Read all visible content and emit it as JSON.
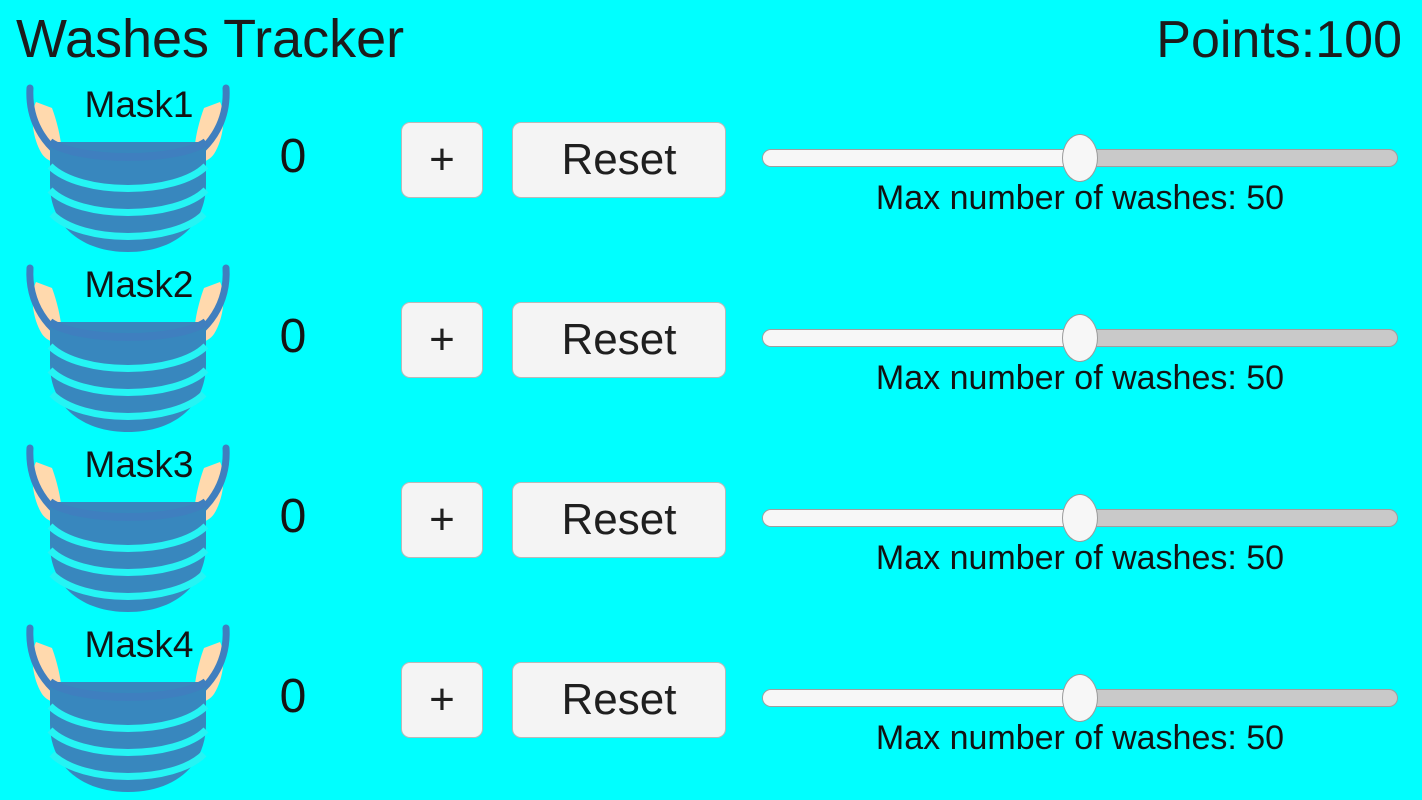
{
  "app": {
    "title": "Washes Tracker",
    "points_label": "Points:100",
    "background_color": "#00ffff",
    "text_color": "#1a1a1a",
    "mask_color": "#3887be",
    "button_bg_color": "#f4f4f4"
  },
  "rows": [
    {
      "mask_label": "Mask1",
      "count": "0",
      "increment_label": "+",
      "reset_label": "Reset",
      "slider": {
        "value": 50,
        "min": 0,
        "max": 100,
        "percent": 50,
        "caption": "Max number of washes: 50"
      }
    },
    {
      "mask_label": "Mask2",
      "count": "0",
      "increment_label": "+",
      "reset_label": "Reset",
      "slider": {
        "value": 50,
        "min": 0,
        "max": 100,
        "percent": 50,
        "caption": "Max number of washes: 50"
      }
    },
    {
      "mask_label": "Mask3",
      "count": "0",
      "increment_label": "+",
      "reset_label": "Reset",
      "slider": {
        "value": 50,
        "min": 0,
        "max": 100,
        "percent": 50,
        "caption": "Max number of washes: 50"
      }
    },
    {
      "mask_label": "Mask4",
      "count": "0",
      "increment_label": "+",
      "reset_label": "Reset",
      "slider": {
        "value": 50,
        "min": 0,
        "max": 100,
        "percent": 50,
        "caption": "Max number of washes: 50"
      }
    }
  ],
  "icons": {
    "mask": "face-mask-icon"
  }
}
